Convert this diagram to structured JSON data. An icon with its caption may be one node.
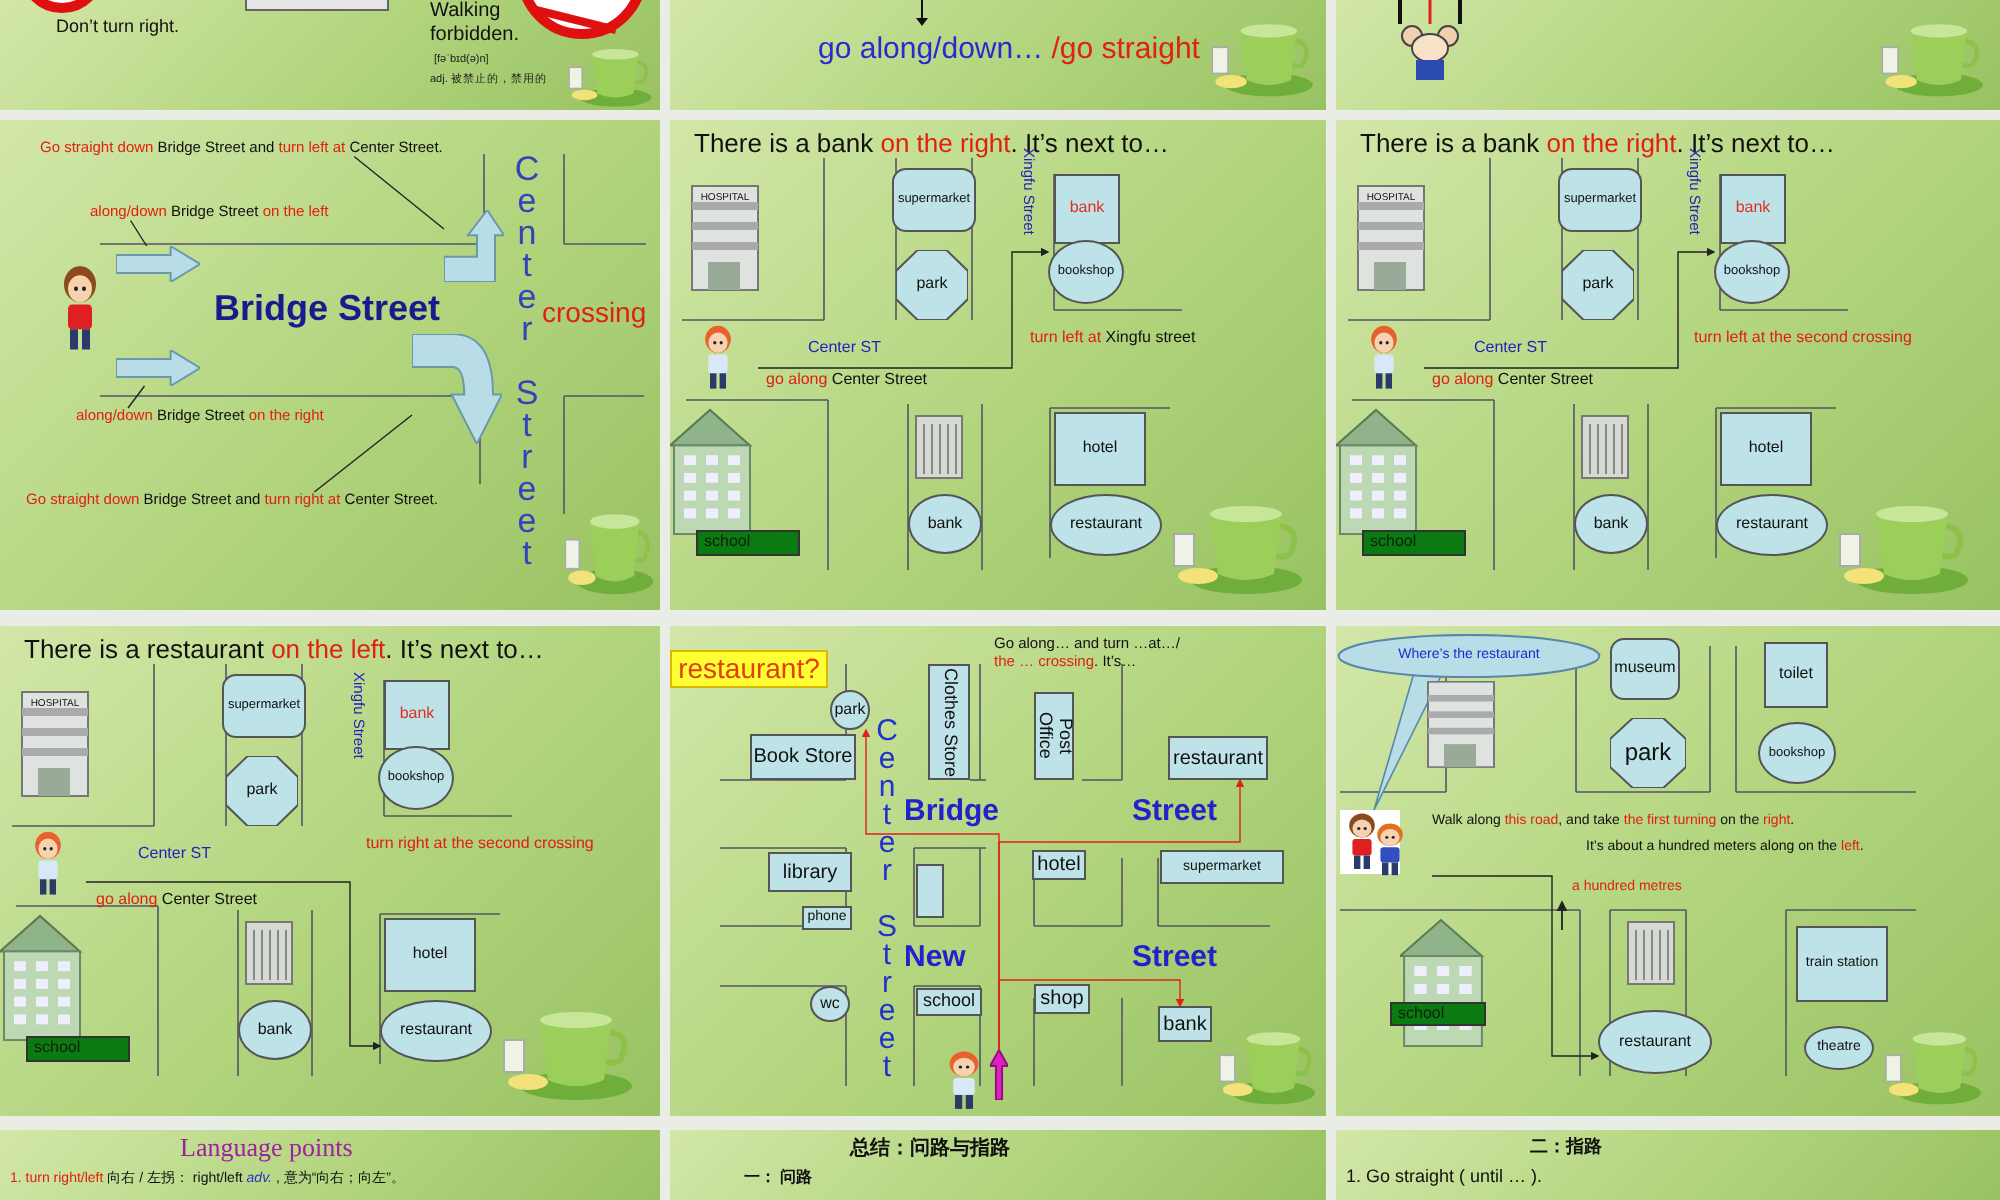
{
  "diagram": {
    "nodes": [
      {
        "text": [
          "Don’t turn right.",
          "Walking forbidden.",
          "[fəˈbɪd(ə)n]",
          "adj. 被禁止的，禁用的"
        ]
      },
      {
        "text": [
          "go along/down… **/go straight**"
        ]
      },
      {
        "text": [],
        "shape": "box"
      },
      {
        "text": [
          "Bridge Street",
          "crossing",
          "Center Street"
        ]
      },
      {
        "text": [
          "**Go straight down** Bridge Street and **turn left at** Center Street."
        ],
        "in": 3
      },
      {
        "text": [
          "**along/down** Bridge Street **on the left**"
        ],
        "in": 3
      },
      {
        "text": [
          "**along/down** Bridge Street **on the right**"
        ],
        "in": 3
      },
      {
        "text": [
          "**Go straight down** Bridge Street and **turn right at** Center Street."
        ],
        "in": 3
      },
      {
        "text": [],
        "shape": "arrow",
        "in": 3
      },
      {
        "text": [],
        "shape": "arrow",
        "in": 3
      },
      {
        "text": [],
        "shape": "arrow",
        "in": 3
      },
      {
        "text": [],
        "shape": "arrow",
        "in": 3
      },
      {
        "text": [
          "There is a bank **on the right**. It’s next to…",
          "Xingfu Street",
          "Center ST",
          "**go along** Center Street",
          "**turn left at** Xingfu street"
        ]
      },
      {
        "text": [
          "HOSPITAL"
        ],
        "in": 12
      },
      {
        "text": [
          "supermarket"
        ],
        "in": 12
      },
      {
        "text": [
          "bank"
        ],
        "in": 12
      },
      {
        "text": [
          "park"
        ],
        "in": 12
      },
      {
        "text": [
          "bookshop"
        ],
        "in": 12
      },
      {
        "text": [],
        "shape": "picture",
        "in": 12
      },
      {
        "text": [],
        "shape": "picture",
        "in": 12
      },
      {
        "text": [
          "hotel"
        ],
        "in": 12
      },
      {
        "text": [
          "school"
        ],
        "in": 12
      },
      {
        "text": [
          "bank"
        ],
        "in": 12
      },
      {
        "text": [
          "restaurant"
        ],
        "in": 12
      },
      {
        "text": [
          "There is a bank **on the right**. It’s next to…",
          "Xingfu Street",
          "Center ST",
          "**go along** Center Street",
          "turn left at the second crossing"
        ]
      },
      {
        "text": [
          "HOSPITAL"
        ],
        "in": 24
      },
      {
        "text": [
          "supermarket"
        ],
        "in": 24
      },
      {
        "text": [
          "bank"
        ],
        "in": 24
      },
      {
        "text": [
          "park"
        ],
        "in": 24
      },
      {
        "text": [
          "bookshop"
        ],
        "in": 24
      },
      {
        "text": [],
        "shape": "picture",
        "in": 24
      },
      {
        "text": [],
        "shape": "picture",
        "in": 24
      },
      {
        "text": [
          "hotel"
        ],
        "in": 24
      },
      {
        "text": [
          "school"
        ],
        "in": 24
      },
      {
        "text": [
          "bank"
        ],
        "in": 24
      },
      {
        "text": [
          "restaurant"
        ],
        "in": 24
      },
      {
        "text": [
          "There is a restaurant **on the left**. It’s next to…",
          "Xingfu Street",
          "Center ST",
          "**go along** Center Street",
          "turn right at the second crossing"
        ]
      },
      {
        "text": [
          "HOSPITAL"
        ],
        "in": 36
      },
      {
        "text": [
          "supermarket"
        ],
        "in": 36
      },
      {
        "text": [
          "bank"
        ],
        "in": 36
      },
      {
        "text": [
          "park"
        ],
        "in": 36
      },
      {
        "text": [
          "bookshop"
        ],
        "in": 36
      },
      {
        "text": [],
        "shape": "picture",
        "in": 36
      },
      {
        "text": [],
        "shape": "picture",
        "in": 36
      },
      {
        "text": [
          "hotel"
        ],
        "in": 36
      },
      {
        "text": [
          "school"
        ],
        "in": 36
      },
      {
        "text": [
          "bank"
        ],
        "in": 36
      },
      {
        "text": [
          "restaurant"
        ],
        "in": 36
      },
      {
        "text": [
          "Go along… and turn …at…/ **the … crossing**. It’s…",
          "Center Street",
          "Bridge",
          "Street",
          "New",
          "Street"
        ]
      },
      {
        "text": [
          "restaurant?"
        ],
        "in": 48
      },
      {
        "text": [
          "park"
        ],
        "in": 48
      },
      {
        "text": [
          "Clothes Store"
        ],
        "in": 48
      },
      {
        "text": [
          "Post Office"
        ],
        "in": 48
      },
      {
        "text": [
          "Book Store"
        ],
        "in": 48
      },
      {
        "text": [
          "restaurant"
        ],
        "in": 48
      },
      {
        "text": [
          "library"
        ],
        "in": 48
      },
      {
        "text": [],
        "shape": "box",
        "in": 48
      },
      {
        "text": [
          "hotel"
        ],
        "in": 48
      },
      {
        "text": [
          "supermarket"
        ],
        "in": 48
      },
      {
        "text": [
          "phone"
        ],
        "in": 48
      },
      {
        "text": [
          "wc"
        ],
        "in": 48
      },
      {
        "text": [
          "school"
        ],
        "in": 48
      },
      {
        "text": [
          "shop"
        ],
        "in": 48
      },
      {
        "text": [
          "bank"
        ],
        "in": 48
      },
      {
        "text": [
          "Walk along **this road**, and take **the first turning** on the **right**.",
          "It’s about a hundred meters along on the **left**.",
          "a hundred metres"
        ]
      },
      {
        "text": [
          "Where’s the restaurant"
        ],
        "in": 64
      },
      {
        "text": [],
        "shape": "picture",
        "in": 64
      },
      {
        "text": [
          "museum"
        ],
        "in": 64
      },
      {
        "text": [
          "toilet"
        ],
        "in": 64
      },
      {
        "text": [
          "park"
        ],
        "in": 64
      },
      {
        "text": [
          "bookshop"
        ],
        "in": 64
      },
      {
        "text": [],
        "shape": "picture",
        "in": 64
      },
      {
        "text": [],
        "shape": "picture",
        "in": 64
      },
      {
        "text": [
          "train station"
        ],
        "in": 64
      },
      {
        "text": [
          "school"
        ],
        "in": 64
      },
      {
        "text": [
          "restaurant"
        ],
        "in": 64
      },
      {
        "text": [
          "theatre"
        ],
        "in": 64
      },
      {
        "text": [
          "Language points",
          "**1. turn right/left** 向右 / 左拐： right/left *adv.* , 意为“向右；向左”。"
        ]
      },
      {
        "text": [
          "总结：问路与指路",
          "一： 问路"
        ]
      },
      {
        "text": [
          "二：指路",
          "1. Go straight ( until … )."
        ]
      },
      {
        "text": [],
        "shape": "arrow",
        "in": 48
      }
    ],
    "edges": [
      {
        "from": 5,
        "to": 8,
        "arrow": "none"
      },
      {
        "from": 6,
        "to": 9,
        "arrow": "none"
      },
      {
        "from": 4,
        "to": 10,
        "arrow": "none"
      },
      {
        "from": 7,
        "to": 11,
        "arrow": "none"
      },
      {
        "from": null,
        "to": 17,
        "arrow": "to"
      },
      {
        "from": null,
        "to": 29,
        "arrow": "to"
      },
      {
        "from": null,
        "to": 47,
        "arrow": "to"
      },
      {
        "from": 80,
        "to": 50,
        "arrow": "to",
        "color": "#e02020"
      },
      {
        "from": 80,
        "to": 54,
        "arrow": "to",
        "color": "#e02020"
      },
      {
        "from": 80,
        "to": 63,
        "arrow": "to",
        "color": "#e02020"
      },
      {
        "from": null,
        "to": 75,
        "arrow": "to"
      }
    ]
  }
}
